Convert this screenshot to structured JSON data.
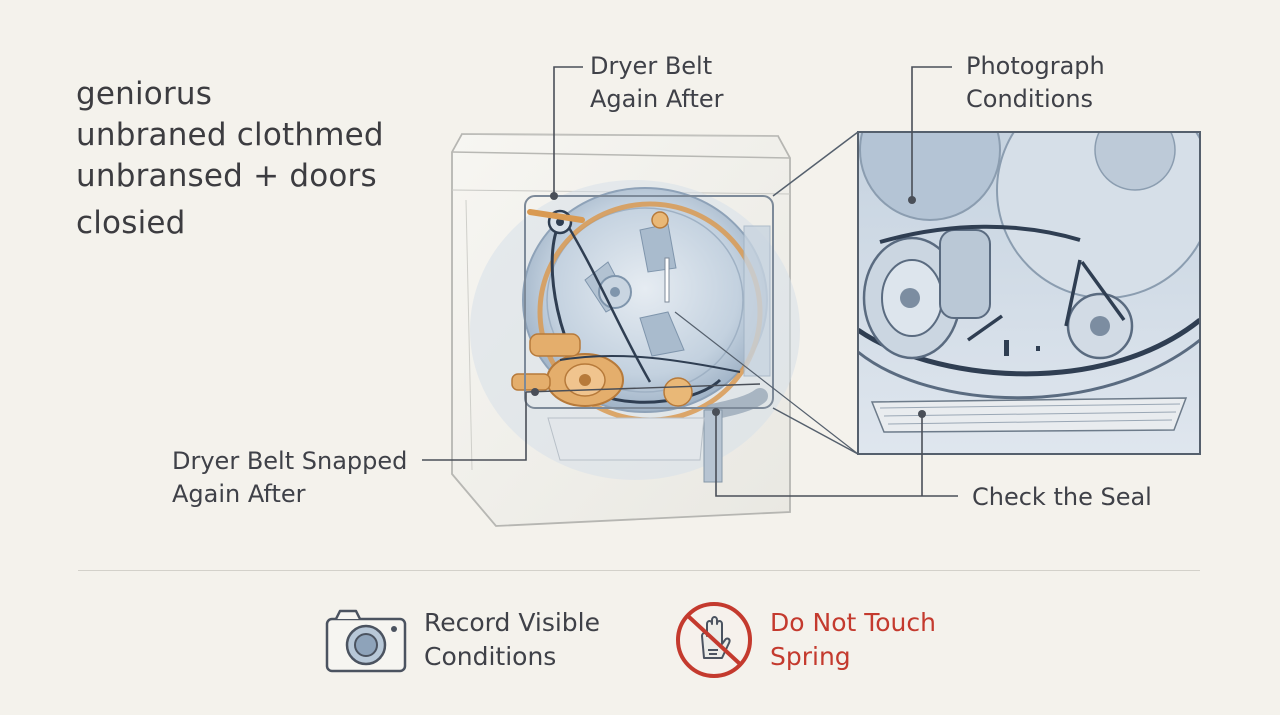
{
  "side_note": {
    "lines": [
      "geniorus",
      "unbraned clothmed",
      "unbransed + doors",
      "closied"
    ]
  },
  "callouts": {
    "top_belt": {
      "line1": "Dryer Belt",
      "line2": "Again After"
    },
    "photograph": {
      "line1": "Photograph",
      "line2": "Conditions"
    },
    "snapped_belt": {
      "line1": "Dryer Belt Snapped",
      "line2": "Again After"
    },
    "seal": {
      "line1": "Check the Seal"
    }
  },
  "legend": {
    "record": {
      "line1": "Record Visible",
      "line2": "Conditions",
      "icon": "camera-icon"
    },
    "do_not_touch": {
      "line1": "Do Not Touch",
      "line2": "Spring",
      "icon": "no-hand-icon"
    }
  },
  "colors": {
    "background": "#f4f2ec",
    "text": "#3f4148",
    "drum_blue": "#b9c8d8",
    "belt_dark": "#2f3e52",
    "orange_accent": "#d99a52",
    "warning_red": "#c43a2e"
  }
}
